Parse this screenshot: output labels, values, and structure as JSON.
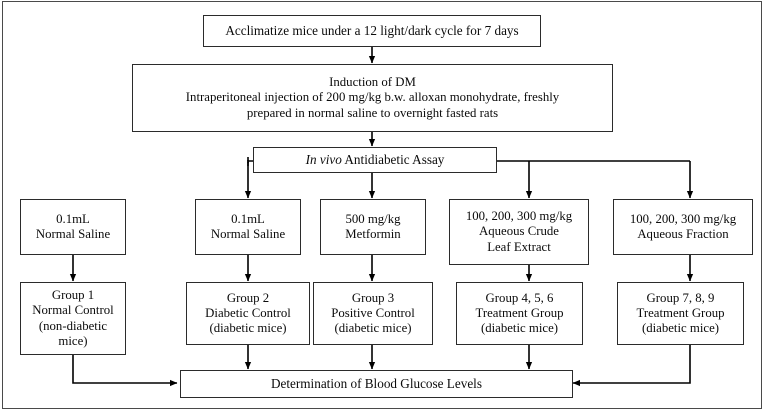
{
  "diagram": {
    "title": "In vivo antidiabetic assay experimental flowchart",
    "colors": {
      "box_border": "#2b2b2b",
      "frame_border": "#4a4a4a",
      "connector": "#000000",
      "background": "#ffffff",
      "text": "#0b0b0b"
    },
    "nodes": {
      "acclimatize": {
        "label": "Acclimatize mice under a 12 light/dark cycle for 7 days"
      },
      "induction": {
        "line1": "Induction of DM",
        "line2": "Intraperitoneal injection of 200 mg/kg b.w. alloxan monohydrate, freshly",
        "line3": "prepared in normal saline to overnight fasted rats"
      },
      "assay": {
        "italic_part": "In vivo",
        "roman_part": " Antidiabetic Assay"
      },
      "dose_boxes": [
        {
          "name": "dose-normal-saline-1",
          "text": "0.1mL\nNormal Saline"
        },
        {
          "name": "dose-normal-saline-2",
          "text": "0.1mL\nNormal Saline"
        },
        {
          "name": "dose-metformin",
          "text": "500 mg/kg\nMetformin"
        },
        {
          "name": "dose-crude-leaf-extract",
          "text": "100, 200, 300 mg/kg\nAqueous Crude\nLeaf Extract"
        },
        {
          "name": "dose-aqueous-fraction",
          "text": "100, 200, 300 mg/kg\nAqueous Fraction"
        }
      ],
      "group_boxes": [
        {
          "name": "group-1",
          "text": "Group 1\nNormal Control\n(non-diabetic\nmice)"
        },
        {
          "name": "group-2",
          "text": "Group 2\nDiabetic Control\n(diabetic mice)"
        },
        {
          "name": "group-3",
          "text": "Group 3\nPositive Control\n(diabetic mice)"
        },
        {
          "name": "group-456",
          "text": "Group 4, 5, 6\nTreatment Group\n(diabetic mice)"
        },
        {
          "name": "group-789",
          "text": "Group 7, 8, 9\nTreatment Group\n(diabetic mice)"
        }
      ],
      "outcome": {
        "label": "Determination of Blood Glucose Levels"
      }
    }
  }
}
